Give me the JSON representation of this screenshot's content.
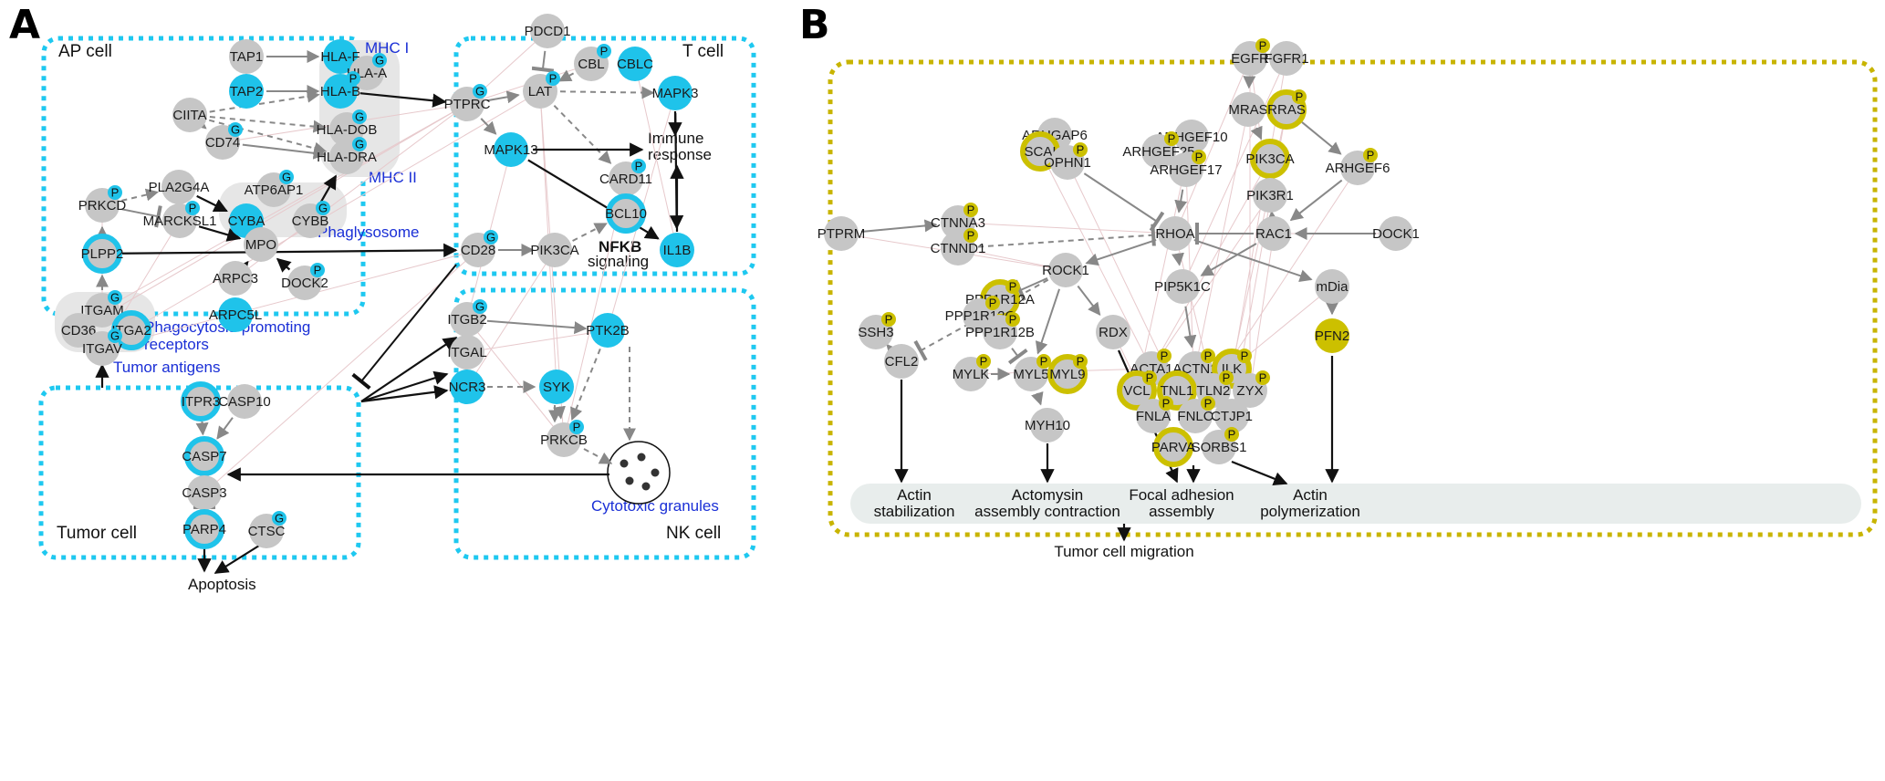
{
  "colors": {
    "panelA_box": "#1ec8f0",
    "panelB_box": "#c8b400",
    "cyan": "#1fc3ea",
    "yellow": "#ccc000",
    "gray_node": "#c6c6c6",
    "edge": "#888888",
    "faint": "#e7c9cc",
    "arrow": "#111111",
    "blue_text": "#1a2fd6",
    "bar": "#e8edec"
  },
  "panel_a": {
    "letter": "A",
    "regions": {
      "ap_cell": "AP cell",
      "t_cell": "T cell",
      "tumor_cell": "Tumor cell",
      "nk_cell": "NK cell"
    },
    "labels": {
      "mhc1": "MHC I",
      "mhc2": "MHC II",
      "phagolysosome": "Phaglysosome",
      "phago_receptors_1": "Phagocytosis-promoting",
      "phago_receptors_2": "receptors",
      "tumor_antigens": "Tumor antigens",
      "cytotoxic_granules": "Cytotoxic granules",
      "immune_response_1": "Immune",
      "immune_response_2": "response",
      "nfkb_1": "NFKB",
      "nfkb_2": "signaling",
      "apoptosis": "Apoptosis"
    },
    "nodes": {
      "TAP1": {
        "label": "TAP1",
        "fill": "gray"
      },
      "TAP2": {
        "label": "TAP2",
        "fill": "cyan"
      },
      "HLA_F": {
        "label": "HLA-F",
        "fill": "cyan"
      },
      "HLA_A": {
        "label": "HLA-A",
        "fill": "gray",
        "badge": "G"
      },
      "HLA_B": {
        "label": "HLA-B",
        "fill": "cyan",
        "badge": "P"
      },
      "HLA_DOB": {
        "label": "HLA-DOB",
        "fill": "gray",
        "badge": "G"
      },
      "HLA_DRA": {
        "label": "HLA-DRA",
        "fill": "gray",
        "badge": "G"
      },
      "CIITA": {
        "label": "CIITA",
        "fill": "gray"
      },
      "CD74": {
        "label": "CD74",
        "fill": "gray",
        "badge": "G"
      },
      "PRKCD": {
        "label": "PRKCD",
        "fill": "gray",
        "badge": "P"
      },
      "PLA2G4A": {
        "label": "PLA2G4A",
        "fill": "gray"
      },
      "ATP6AP1": {
        "label": "ATP6AP1",
        "fill": "gray",
        "badge": "G"
      },
      "MARCKSL1": {
        "label": "MARCKSL1",
        "fill": "gray",
        "badge": "P"
      },
      "CYBA": {
        "label": "CYBA",
        "fill": "cyan"
      },
      "CYBB": {
        "label": "CYBB",
        "fill": "gray",
        "badge": "G"
      },
      "MPO": {
        "label": "MPO",
        "fill": "gray"
      },
      "PLPP2": {
        "label": "PLPP2",
        "fill": "cyan",
        "ring": true
      },
      "ARPC3": {
        "label": "ARPC3",
        "fill": "gray"
      },
      "DOCK2": {
        "label": "DOCK2",
        "fill": "gray",
        "badge": "P"
      },
      "ARPC5L": {
        "label": "ARPC5L",
        "fill": "cyan"
      },
      "ITGAM": {
        "label": "ITGAM",
        "fill": "gray",
        "badge": "G"
      },
      "CD36": {
        "label": "CD36",
        "fill": "gray"
      },
      "ITGA2": {
        "label": "ITGA2",
        "fill": "cyan",
        "ring": true
      },
      "ITGAV": {
        "label": "ITGAV",
        "fill": "gray",
        "badge": "G"
      },
      "PDCD1": {
        "label": "PDCD1",
        "fill": "gray"
      },
      "CBL": {
        "label": "CBL",
        "fill": "gray",
        "badge": "P"
      },
      "CBLC": {
        "label": "CBLC",
        "fill": "cyan"
      },
      "PTPRC": {
        "label": "PTPRC",
        "fill": "gray",
        "badge": "G"
      },
      "LAT": {
        "label": "LAT",
        "fill": "gray",
        "badge": "P"
      },
      "MAPK3": {
        "label": "MAPK3",
        "fill": "cyan"
      },
      "MAPK13": {
        "label": "MAPK13",
        "fill": "cyan"
      },
      "CARD11": {
        "label": "CARD11",
        "fill": "gray",
        "badge": "P"
      },
      "BCL10": {
        "label": "BCL10",
        "fill": "cyan",
        "ring": true
      },
      "CD28": {
        "label": "CD28",
        "fill": "gray",
        "badge": "G"
      },
      "PIK3CA_A": {
        "label": "PIK3CA",
        "fill": "gray"
      },
      "IL1B": {
        "label": "IL1B",
        "fill": "cyan"
      },
      "ITGB2": {
        "label": "ITGB2",
        "fill": "gray",
        "badge": "G"
      },
      "ITGAL": {
        "label": "ITGAL",
        "fill": "gray"
      },
      "NCR3": {
        "label": "NCR3",
        "fill": "cyan"
      },
      "PTK2B": {
        "label": "PTK2B",
        "fill": "cyan"
      },
      "SYK": {
        "label": "SYK",
        "fill": "cyan"
      },
      "PRKCB": {
        "label": "PRKCB",
        "fill": "gray",
        "badge": "P"
      },
      "ITPR3": {
        "label": "ITPR3",
        "fill": "cyan",
        "ring": true
      },
      "CASP10": {
        "label": "CASP10",
        "fill": "gray"
      },
      "CASP7": {
        "label": "CASP7",
        "fill": "cyan",
        "ring": true
      },
      "CASP3": {
        "label": "CASP3",
        "fill": "gray"
      },
      "PARP4": {
        "label": "PARP4",
        "fill": "cyan",
        "ring": true
      },
      "CTSC": {
        "label": "CTSC",
        "fill": "gray",
        "badge": "G"
      }
    }
  },
  "panel_b": {
    "letter": "B",
    "outcomes": {
      "actin_stab_1": "Actin",
      "actin_stab_2": "stabilization",
      "actomyosin_1": "Actomysin",
      "actomyosin_2": "assembly contraction",
      "focal_1": "Focal adhesion",
      "focal_2": "assembly",
      "actin_poly_1": "Actin",
      "actin_poly_2": "polymerization",
      "migration": "Tumor cell migration"
    },
    "nodes": {
      "EGFR": {
        "label": "EGFR",
        "fill": "gray",
        "badge": "P"
      },
      "FGFR1": {
        "label": "FGFR1",
        "fill": "gray"
      },
      "MRAS": {
        "label": "MRAS",
        "fill": "gray"
      },
      "RRAS": {
        "label": "RRAS",
        "fill": "yellow",
        "ring": true,
        "badge": "P"
      },
      "ARHGAP6": {
        "label": "ARHGAP6",
        "fill": "gray"
      },
      "SCAI": {
        "label": "SCAI",
        "fill": "yellow",
        "ring": true
      },
      "OPHN1": {
        "label": "OPHN1",
        "fill": "gray",
        "badge": "P"
      },
      "ARHGEF10": {
        "label": "ARHGEF10",
        "fill": "gray"
      },
      "ARHGEF25": {
        "label": "ARHGEF25",
        "fill": "gray",
        "badge": "P"
      },
      "ARHGEF17": {
        "label": "ARHGEF17",
        "fill": "gray",
        "badge": "P"
      },
      "PIK3CA_B": {
        "label": "PIK3CA",
        "fill": "yellow",
        "ring": true
      },
      "PIK3R1": {
        "label": "PIK3R1",
        "fill": "gray"
      },
      "ARHGEF6": {
        "label": "ARHGEF6",
        "fill": "gray",
        "badge": "P"
      },
      "PTPRM": {
        "label": "PTPRM",
        "fill": "gray"
      },
      "CTNNA3": {
        "label": "CTNNA3",
        "fill": "gray",
        "badge": "P"
      },
      "CTNND1": {
        "label": "CTNND1",
        "fill": "gray",
        "badge": "P"
      },
      "RHOA": {
        "label": "RHOA",
        "fill": "gray"
      },
      "RAC1": {
        "label": "RAC1",
        "fill": "gray"
      },
      "DOCK1": {
        "label": "DOCK1",
        "fill": "gray"
      },
      "ROCK1": {
        "label": "ROCK1",
        "fill": "gray"
      },
      "PIP5K1C": {
        "label": "PIP5K1C",
        "fill": "gray"
      },
      "mDia": {
        "label": "mDia",
        "fill": "gray"
      },
      "PPP1R12A": {
        "label": "PPP1R12A",
        "fill": "yellow",
        "ring": true,
        "badge": "P"
      },
      "PPP1R12C": {
        "label": "PPP1R12C",
        "fill": "gray",
        "badge": "P"
      },
      "PPP1R12B": {
        "label": "PPP1R12B",
        "fill": "gray",
        "badge": "P"
      },
      "SSH3": {
        "label": "SSH3",
        "fill": "gray",
        "badge": "P"
      },
      "CFL2": {
        "label": "CFL2",
        "fill": "gray"
      },
      "RDX": {
        "label": "RDX",
        "fill": "gray"
      },
      "PFN2": {
        "label": "PFN2",
        "fill": "yellow"
      },
      "MYLK": {
        "label": "MYLK",
        "fill": "gray",
        "badge": "P"
      },
      "MYL5": {
        "label": "MYL5",
        "fill": "gray",
        "badge": "P"
      },
      "MYL9": {
        "label": "MYL9",
        "fill": "yellow",
        "ring": true,
        "badge": "P"
      },
      "MYH10": {
        "label": "MYH10",
        "fill": "gray"
      },
      "ACTA1": {
        "label": "ACTA1",
        "fill": "gray",
        "badge": "P"
      },
      "ACTN1": {
        "label": "ACTN1",
        "fill": "gray",
        "badge": "P"
      },
      "ILK": {
        "label": "ILK",
        "fill": "yellow",
        "ring": true,
        "badge": "P"
      },
      "VCL": {
        "label": "VCL",
        "fill": "yellow",
        "ring": true,
        "badge": "P"
      },
      "TNL1": {
        "label": "TNL1",
        "fill": "yellow",
        "ring": true
      },
      "TLN2": {
        "label": "TLN2",
        "fill": "gray",
        "badge": "P"
      },
      "ZYX": {
        "label": "ZYX",
        "fill": "gray",
        "badge": "P"
      },
      "FNLA": {
        "label": "FNLA",
        "fill": "gray",
        "badge": "P"
      },
      "FNLC": {
        "label": "FNLC",
        "fill": "gray",
        "badge": "P"
      },
      "CTJP1": {
        "label": "CTJP1",
        "fill": "gray"
      },
      "PARVA": {
        "label": "PARVA",
        "fill": "yellow",
        "ring": true
      },
      "SORBS1": {
        "label": "SORBS1",
        "fill": "gray",
        "badge": "P"
      }
    }
  }
}
